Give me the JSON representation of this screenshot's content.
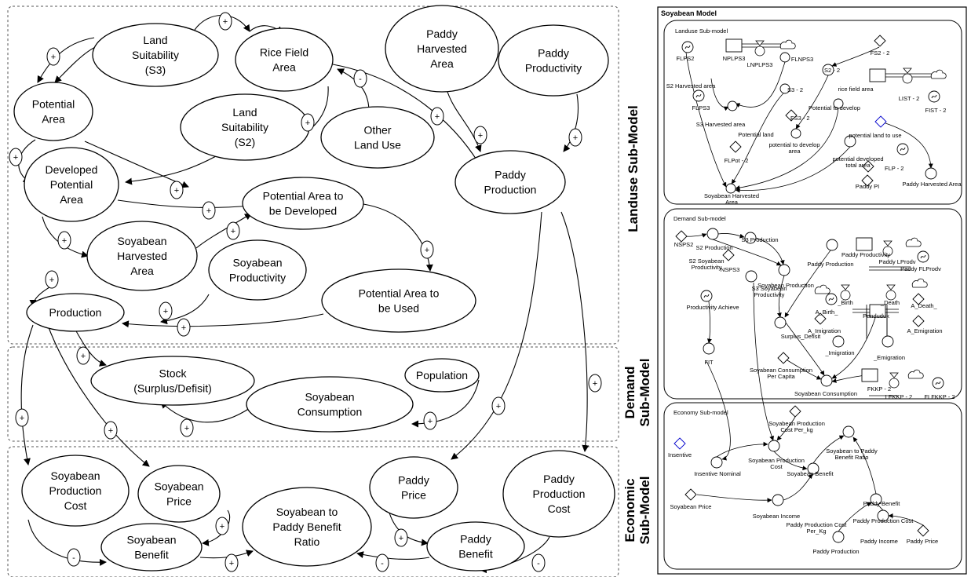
{
  "cld": {
    "nodes": {
      "land_s3": [
        "Land",
        "Suitability",
        "(S3)"
      ],
      "rice_field": [
        "Rice Field",
        "Area"
      ],
      "paddy_harvested": [
        "Paddy",
        "Harvested",
        "Area"
      ],
      "paddy_productivity": [
        "Paddy",
        "Productivity"
      ],
      "potential_area": [
        "Potential",
        "Area"
      ],
      "land_s2": [
        "Land",
        "Suitability",
        "(S2)"
      ],
      "other_land": [
        "Other",
        "Land Use"
      ],
      "developed_potential": [
        "Developed",
        "Potential",
        "Area"
      ],
      "potential_developed": [
        "Potential Area to",
        "be Developed"
      ],
      "paddy_production": [
        "Paddy",
        "Production"
      ],
      "soy_harvested": [
        "Soyabean",
        "Harvested",
        "Area"
      ],
      "soy_productivity": [
        "Soyabean",
        "Productivity"
      ],
      "potential_used": [
        "Potential Area to",
        "be Used"
      ],
      "production": [
        "Production"
      ],
      "stock": [
        "Stock",
        "(Surplus/Defisit)"
      ],
      "population": [
        "Population"
      ],
      "soy_consumption": [
        "Soyabean",
        "Consumption"
      ],
      "soy_prod_cost": [
        "Soyabean",
        "Production",
        "Cost"
      ],
      "soy_price": [
        "Soyabean",
        "Price"
      ],
      "paddy_price": [
        "Paddy",
        "Price"
      ],
      "paddy_prod_cost": [
        "Paddy",
        "Production",
        "Cost"
      ],
      "soy_paddy_ratio": [
        "Soyabean to",
        "Paddy Benefit",
        "Ratio"
      ],
      "soy_benefit": [
        "Soyabean",
        "Benefit"
      ],
      "paddy_benefit": [
        "Paddy",
        "Benefit"
      ]
    },
    "signs": {
      "plus": "+",
      "minus": "-"
    },
    "side_labels": {
      "landuse": "Landuse Sub-Model",
      "demand": [
        "Demand",
        "Sub-Model"
      ],
      "economic": [
        "Economic",
        "Sub-Model"
      ]
    }
  },
  "sfd": {
    "title": "Soyabean Model",
    "panels": {
      "landuse": "Landuse Sub-model",
      "demand": "Demand Sub-model",
      "economy": "Economy Sub-model"
    },
    "labels": {
      "flps2": "FLPS2",
      "s2_harvested": "S2 Harvested area",
      "nplps3": "NPLPS3",
      "lnplps3": "LNPLPS3",
      "flnps3": "FLNPS3",
      "s2_2": "S2 - 2",
      "fs2_2": "FS2 - 2",
      "flps3": "FLPS3",
      "s3_2": "S3 - 2",
      "rice_field_area": "rice field area",
      "list_2": "LIST - 2",
      "fist_2": "FIST - 2",
      "potential_to_develop": "Potential to develop",
      "s3_harvested": "S3 Harvested area",
      "fs3_2": "FS3 - 2",
      "potential_land_use": "potential land to use",
      "potential_land": "Potential land",
      "potential_to_develop_area": "potential to develop area",
      "flpot_2": "FLPot - 2",
      "potential_developed_total": "potential developed total area",
      "flp_2": "FLP - 2",
      "paddy_pi": "Paddy PI",
      "paddy_harvested_area": "Paddy Harvested Area",
      "soy_harvested_area": "Soyabean Harvested Area",
      "nsps2": "NSPS2",
      "s2_production": "S2 Production",
      "s3_production": "S3 Production",
      "s2_soy_productivity": "S2 Soyabean Productivity",
      "nsps3": "NSPS3",
      "s3_soy_productivity": "S3 Soyabean Productivity",
      "soy_production": "Soyabean Production",
      "paddy_production_d": "Paddy Production",
      "paddy_productivity": "Paddy Productivity",
      "paddy_lprodv": "Paddy LProdv",
      "paddy_flprodv": "Paddy FLProdv",
      "productivity_achieve": "Productivity Achieve",
      "birth": "_Birth",
      "death": "_Death",
      "a_death": "A_Death_",
      "a_birth": "A_Birth_",
      "penduduk": "Penduduk",
      "surplus_defisit": "Surplus_Defisit",
      "a_imigration": "A_Imigration",
      "a_emigration": "A_Emigration",
      "imigration": "_Imigration",
      "emigration": "_Emigration",
      "fit": "FIT",
      "soy_cons_per_capita": "Soyabean Consumption Per Capita",
      "soy_consumption": "Soyabean Consumption",
      "fkkp_2": "FKKP - 2",
      "lfkkp_2": "LFKKP - 2",
      "flfkkp_2": "FLFKKP - 2",
      "soy_prod_cost_per_kg": "Soyabean Production Cost Per_kg",
      "insentive": "Insentive",
      "insentive_nominal": "Insentive Nominal",
      "soy_prod_cost": "Soyabean Production Cost",
      "soy_to_paddy_ratio": "Soyabean to Paddy Benefit Ratio",
      "soy_benefit": "Soyabean Benefit",
      "paddy_benefit": "Paddy Benefit",
      "soy_price": "Soyabean Price",
      "soy_income": "Soyabean Income",
      "paddy_prod_cost": "Paddy Production Cost",
      "paddy_prod_cost_per_kg": "Paddy Production Cost Per_Kg",
      "paddy_income": "Paddy Income",
      "paddy_price": "Paddy Price",
      "paddy_production_e": "Paddy Production"
    }
  }
}
